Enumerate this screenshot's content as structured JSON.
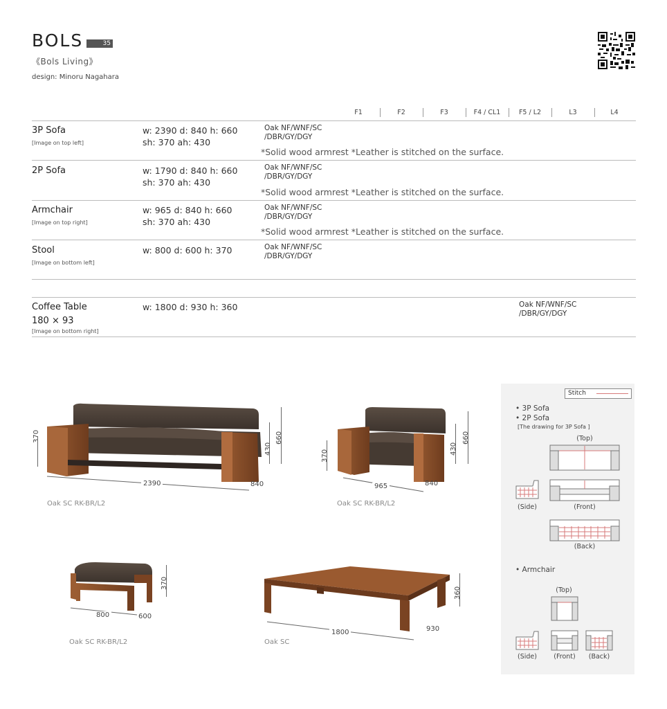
{
  "header": {
    "title": "BOLS",
    "page_number": "35",
    "subtitle": "《Bols Living》",
    "designer": "design: Minoru Nagahara"
  },
  "finish_columns": [
    "F1",
    "F2",
    "F3",
    "F4 / CL1",
    "F5 / L2",
    "L3",
    "L4"
  ],
  "products": [
    {
      "name": "3P Sofa",
      "note": "[Image on top left]",
      "dims1": "w: 2390  d: 840  h: 660",
      "dims2": "sh: 370  ah: 430",
      "mat1": "Oak NF/WNF/SC",
      "mat2": "/DBR/GY/DGY",
      "extra": "*Solid wood armrest  *Leather is stitched on the surface."
    },
    {
      "name": "2P Sofa",
      "note": "",
      "dims1": "w: 1790  d: 840  h: 660",
      "dims2": "sh: 370  ah: 430",
      "mat1": "Oak NF/WNF/SC",
      "mat2": "/DBR/GY/DGY",
      "extra": "*Solid wood armrest  *Leather is stitched on the surface."
    },
    {
      "name": "Armchair",
      "note": "[Image on top right]",
      "dims1": "w: 965  d: 840  h: 660",
      "dims2": "sh: 370  ah: 430",
      "mat1": "Oak NF/WNF/SC",
      "mat2": "/DBR/GY/DGY",
      "extra": "*Solid wood armrest  *Leather is stitched on the surface."
    },
    {
      "name": "Stool",
      "note": "[Image on bottom left]",
      "dims1": "w: 800  d: 600  h: 370",
      "dims2": "",
      "mat1": "Oak NF/WNF/SC",
      "mat2": "/DBR/GY/DGY",
      "extra": ""
    }
  ],
  "coffee_table": {
    "name": "Coffee Table",
    "size": "180 × 93",
    "note": "[Image on bottom right]",
    "dims1": "w: 1800  d: 930  h: 360",
    "mat1": "Oak NF/WNF/SC",
    "mat2": "/DBR/GY/DGY"
  },
  "figures": {
    "sofa": {
      "caption": "Oak SC  RK-BR/L2",
      "w": "2390",
      "d": "840",
      "sh": "370",
      "ah": "430",
      "h": "660"
    },
    "armchair": {
      "caption": "Oak SC  RK-BR/L2",
      "w": "965",
      "d": "840",
      "sh": "370",
      "ah": "430",
      "h": "660"
    },
    "stool": {
      "caption": "Oak SC  RK-BR/L2",
      "w": "800",
      "d": "600",
      "h": "370"
    },
    "table": {
      "caption": "Oak SC",
      "w": "1800",
      "d": "930",
      "h": "360"
    }
  },
  "stitch_panel": {
    "legend": "Stitch",
    "sofa_title1": "• 3P Sofa",
    "sofa_title2": "• 2P Sofa",
    "sofa_note": "[The drawing for 3P Sofa ]",
    "top": "(Top)",
    "side": "(Side)",
    "front": "(Front)",
    "back": "(Back)",
    "armchair_title": "• Armchair",
    "a_top": "(Top)",
    "a_side": "(Side)",
    "a_front": "(Front)",
    "a_back": "(Back)"
  },
  "colors": {
    "wood": "#8a4f2a",
    "leather": "#4a3f37",
    "stitch": "#d77a7a"
  }
}
